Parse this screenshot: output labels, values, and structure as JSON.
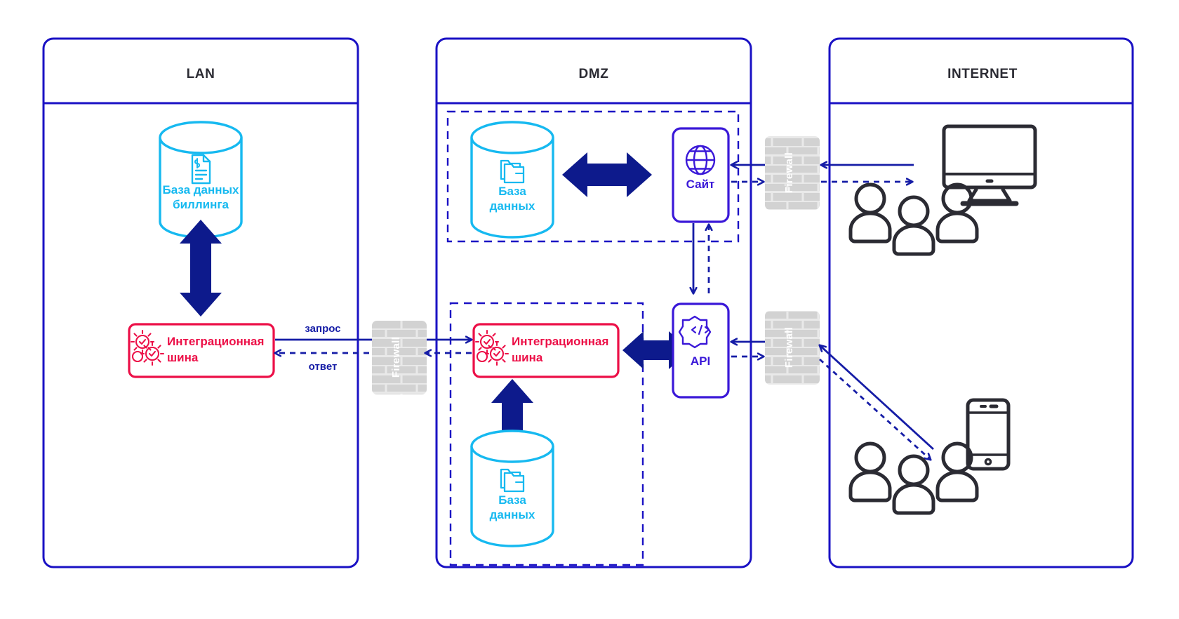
{
  "diagram": {
    "title": "LAN / DMZ / INTERNET network architecture",
    "colors": {
      "panel_border": "#1a11c4",
      "zone_title": "#2b2b33",
      "database_cyan": "#16b9f0",
      "service_violet": "#3a18d8",
      "bus_crimson": "#ec0f47",
      "arrow_navy": "#151ca6",
      "thick_arrow": "#0d1a8c",
      "firewall_fill": "#d2d2d2",
      "firewall_text": "#ffffff",
      "device_dark": "#2b2b33",
      "background": "#ffffff"
    },
    "zones": [
      {
        "id": "lan",
        "title": "LAN"
      },
      {
        "id": "dmz",
        "title": "DMZ"
      },
      {
        "id": "internet",
        "title": "INTERNET"
      }
    ],
    "nodes": [
      {
        "id": "billing-db",
        "zone": "lan",
        "type": "database",
        "label_line1": "База данных",
        "label_line2": "биллинга",
        "icon": "invoice-document-icon",
        "color": "#16b9f0"
      },
      {
        "id": "lan-bus",
        "zone": "lan",
        "type": "box",
        "label_line1": "Интеграционная",
        "label_line2": "шина",
        "icon": "gears-icon",
        "color": "#ec0f47"
      },
      {
        "id": "dmz-db-top",
        "zone": "dmz",
        "type": "database",
        "label_line1": "База",
        "label_line2": "данных",
        "icon": "folders-icon",
        "color": "#16b9f0"
      },
      {
        "id": "site",
        "zone": "dmz",
        "type": "box",
        "label_line1": "Сайт",
        "label_line2": "",
        "icon": "globe-icon",
        "color": "#3a18d8"
      },
      {
        "id": "dmz-bus",
        "zone": "dmz",
        "type": "box",
        "label_line1": "Интеграционная",
        "label_line2": "шина",
        "icon": "gears-icon",
        "color": "#ec0f47"
      },
      {
        "id": "api",
        "zone": "dmz",
        "type": "box",
        "label_line1": "API",
        "label_line2": "",
        "icon": "code-badge-icon",
        "color": "#3a18d8"
      },
      {
        "id": "dmz-db-bottom",
        "zone": "dmz",
        "type": "database",
        "label_line1": "База",
        "label_line2": "данных",
        "icon": "folders-icon",
        "color": "#16b9f0"
      },
      {
        "id": "desktop-users",
        "zone": "internet",
        "type": "device-group",
        "label_line1": "",
        "label_line2": "",
        "icon": "desktop-monitor-icon",
        "color": "#2b2b33"
      },
      {
        "id": "mobile-users",
        "zone": "internet",
        "type": "device-group",
        "label_line1": "",
        "label_line2": "",
        "icon": "smartphone-icon",
        "color": "#2b2b33"
      }
    ],
    "firewalls": [
      {
        "id": "firewall-lan-dmz",
        "label": "Firewall"
      },
      {
        "id": "firewall-site-internet",
        "label": "Firewall"
      },
      {
        "id": "firewall-api-internet",
        "label": "Firewall"
      }
    ],
    "edge_labels": [
      {
        "id": "request",
        "text": "запрос"
      },
      {
        "id": "response",
        "text": "ответ"
      }
    ]
  }
}
